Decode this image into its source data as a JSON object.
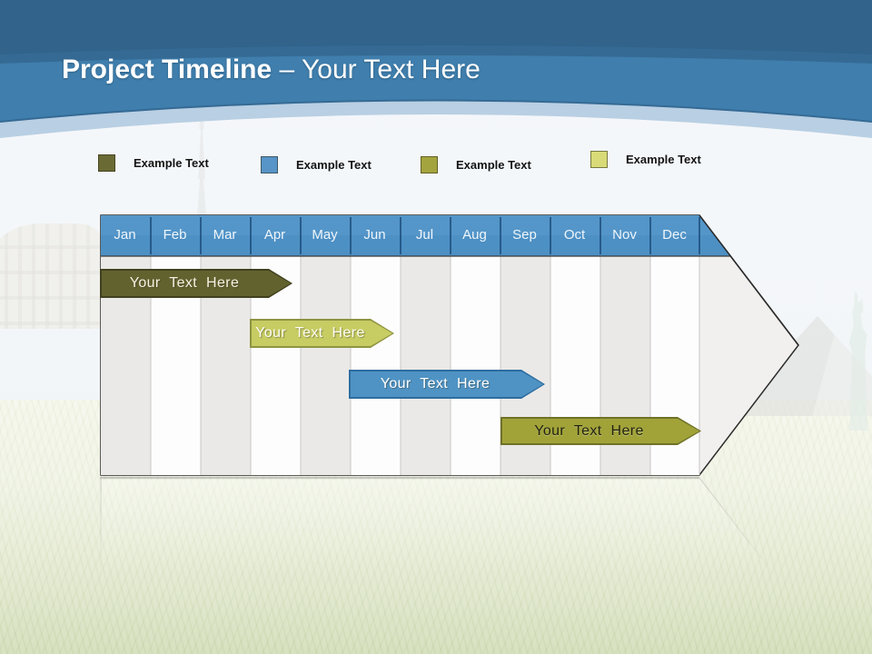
{
  "slide": {
    "title_bold": "Project Timeline",
    "title_rest": " – Your Text Here"
  },
  "legend": {
    "items": [
      {
        "label": "Example Text",
        "color": "#6a6a34"
      },
      {
        "label": "Example Text",
        "color": "#5794c7"
      },
      {
        "label": "Example Text",
        "color": "#a4a43e"
      },
      {
        "label": "Example Text",
        "color": "#d9db78"
      }
    ]
  },
  "timeline": {
    "header_color": "#4d90c4",
    "months": [
      "Jan",
      "Feb",
      "Mar",
      "Apr",
      "May",
      "Jun",
      "Jul",
      "Aug",
      "Sep",
      "Oct",
      "Nov",
      "Dec"
    ],
    "bars": [
      {
        "label": "Your Text Here",
        "fill": "#62622f",
        "border": "#41411f",
        "text_color": "#f5f1e0"
      },
      {
        "label": "Your Text Here",
        "fill": "#c7cc63",
        "border": "#8f9440",
        "text_color": "#fdfdf2"
      },
      {
        "label": "Your Text Here",
        "fill": "#4f93c4",
        "border": "#2e6da0",
        "text_color": "#ffffff"
      },
      {
        "label": "Your Text Here",
        "fill": "#a1a339",
        "border": "#6f7128",
        "text_color": "#23230f"
      }
    ]
  },
  "chart_data": {
    "type": "gantt",
    "title": "Project Timeline",
    "categories": [
      "Jan",
      "Feb",
      "Mar",
      "Apr",
      "May",
      "Jun",
      "Jul",
      "Aug",
      "Sep",
      "Oct",
      "Nov",
      "Dec"
    ],
    "tasks": [
      {
        "name": "Your Text Here",
        "start": "Jan",
        "end": "Mar",
        "color": "#62622f"
      },
      {
        "name": "Your Text Here",
        "start": "Apr",
        "end": "May",
        "color": "#c7cc63"
      },
      {
        "name": "Your Text Here",
        "start": "Jun",
        "end": "Aug",
        "color": "#4f93c4"
      },
      {
        "name": "Your Text Here",
        "start": "Sep",
        "end": "Dec",
        "color": "#a1a339"
      }
    ],
    "legend_position": "top",
    "grid": "vertical-stripes"
  }
}
